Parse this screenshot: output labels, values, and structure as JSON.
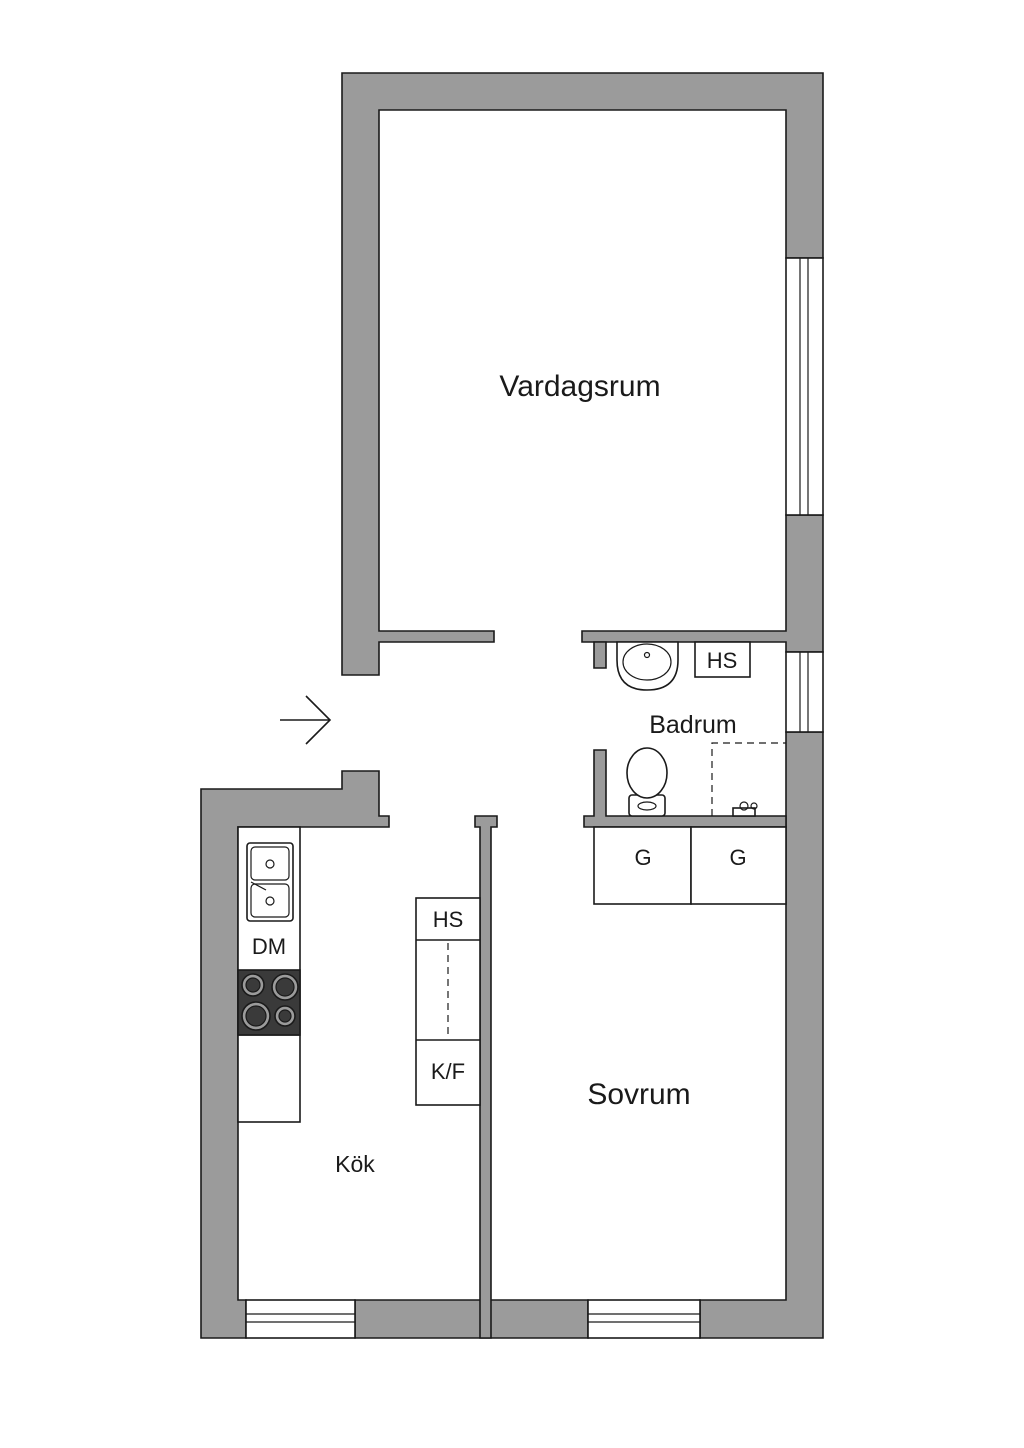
{
  "rooms": {
    "vardagsrum": "Vardagsrum",
    "badrum": "Badrum",
    "sovrum": "Sovrum",
    "kok": "Kök"
  },
  "fixtures": {
    "hs_bathroom": "HS",
    "hs_kitchen": "HS",
    "kf": "K/F",
    "dm": "DM",
    "g1": "G",
    "g2": "G"
  },
  "colors": {
    "wall": "#9b9b9b",
    "line": "#1a1a1a",
    "background": "#ffffff",
    "stove": "#3a3a3a"
  }
}
